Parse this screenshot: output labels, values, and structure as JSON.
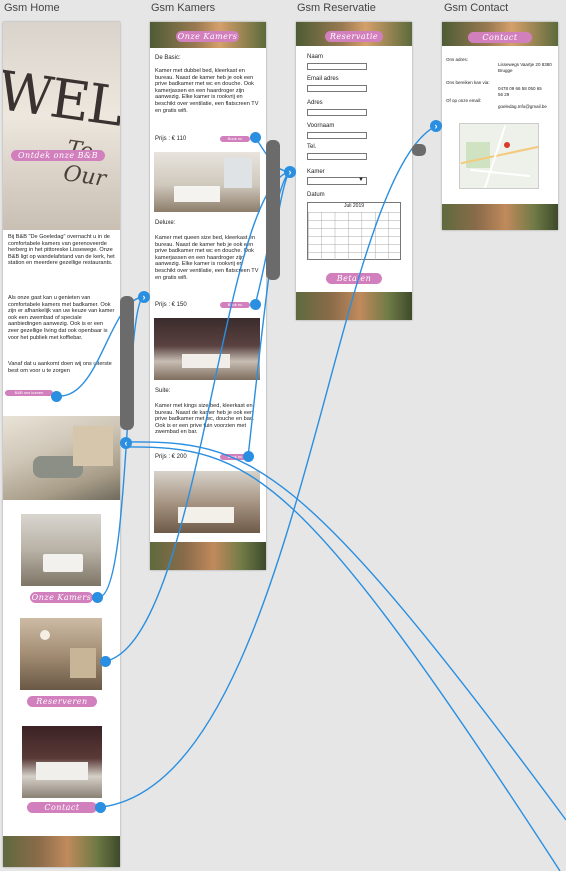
{
  "artboards": [
    {
      "id": "home",
      "title": "Gsm Home"
    },
    {
      "id": "kamers",
      "title": "Gsm Kamers"
    },
    {
      "id": "reservatie",
      "title": "Gsm Reservatie"
    },
    {
      "id": "contact",
      "title": "Gsm Contact"
    }
  ],
  "home": {
    "hero_sign": "WELC",
    "hero_sign_line2": "To Our",
    "hero_button": "Ontdek onze B&B",
    "intro": "Bij B&B \"De Goeledag\" overnacht u in de comfortabele kamers van gerenoveerde herberg in het pittoreske Lissewege. Onze B&B ligt op wandelafstand van de kerk, het station en meerdere gezellige restaurants.",
    "intro2": "Als onze gast kan u genieten van comfortabele kamers met badkamer. Ook zijn er afhankelijk van uw keuze van kamer ook een zwembad of speciale aanbiedingen aanwezig. Ook is er een zeer gezellige living dat ook openbaar is voor het publiek met koffiebar.",
    "intro3": "Vanaf dat u aankomt doen wij ons uiterste best om voor u te zorgen",
    "small_button": "B&B ons komen",
    "card1_button": "Onze Kamers",
    "card2_button": "Reserveren",
    "card3_button": "Contact"
  },
  "kamers": {
    "header_button": "Onze Kamers",
    "rooms": [
      {
        "name": "De Basic:",
        "desc": "Kamer met dubbel bed, kleerkast en bureau. Naast de kamer heb je ook een prive badkamer met wc en douche. Ook kamerjassen en een haardroger zijn aanwezig. Elke kamer is rookvrij en beschikt over ventilatie, een flatscreen TV en gratis wifi.",
        "price": "Prijs : € 110",
        "book": "Book nu"
      },
      {
        "name": "Deluxe:",
        "desc": "Kamer met queen size bed, kleerkast en bureau. Naast de kamer heb je ook een prive badkamer met wc en douche. Ook kamerjassen en een haardroger zijn aanwezig. Elke kamer is rookvrij en beschikt over ventilatie, een flatscreen TV en gratis wifi.",
        "price": "Prijs : € 150",
        "book": "Book nu"
      },
      {
        "name": "Suite:",
        "desc": "Kamer met kings size bed, kleerkast en bureau. Naast de kamer heb je ook een prive badkamer met wc, douche en bad. Ook is er een prive tuin voorzien met zwembad en bar.",
        "price": "Prijs : € 200",
        "book": "Book nu"
      }
    ]
  },
  "reservatie": {
    "header_button": "Reservatie",
    "fields": [
      {
        "label": "Naam"
      },
      {
        "label": "Email adres"
      },
      {
        "label": "Adres"
      },
      {
        "label": "Voornaam"
      },
      {
        "label": "Tel."
      }
    ],
    "kamer_label": "Kamer",
    "datum_label": "Datum",
    "calendar_month": "Juli 2019",
    "submit_button": "Betalen"
  },
  "contact": {
    "header_button": "Contact",
    "address_label": "Ons adres:",
    "address_value": "Lissewegs Vaartje 20 8380 Brugge",
    "phone_label": "Ons bereiken kan via:",
    "phone_value": "0478 09 66 58 050 65 56 29",
    "email_label": "Of op onze email:",
    "email_value": "goeledag.Info@gmail.be"
  },
  "colors": {
    "accent": "#d27fbd",
    "connector": "#2a8fe0",
    "canvas": "#e6e6e6"
  }
}
